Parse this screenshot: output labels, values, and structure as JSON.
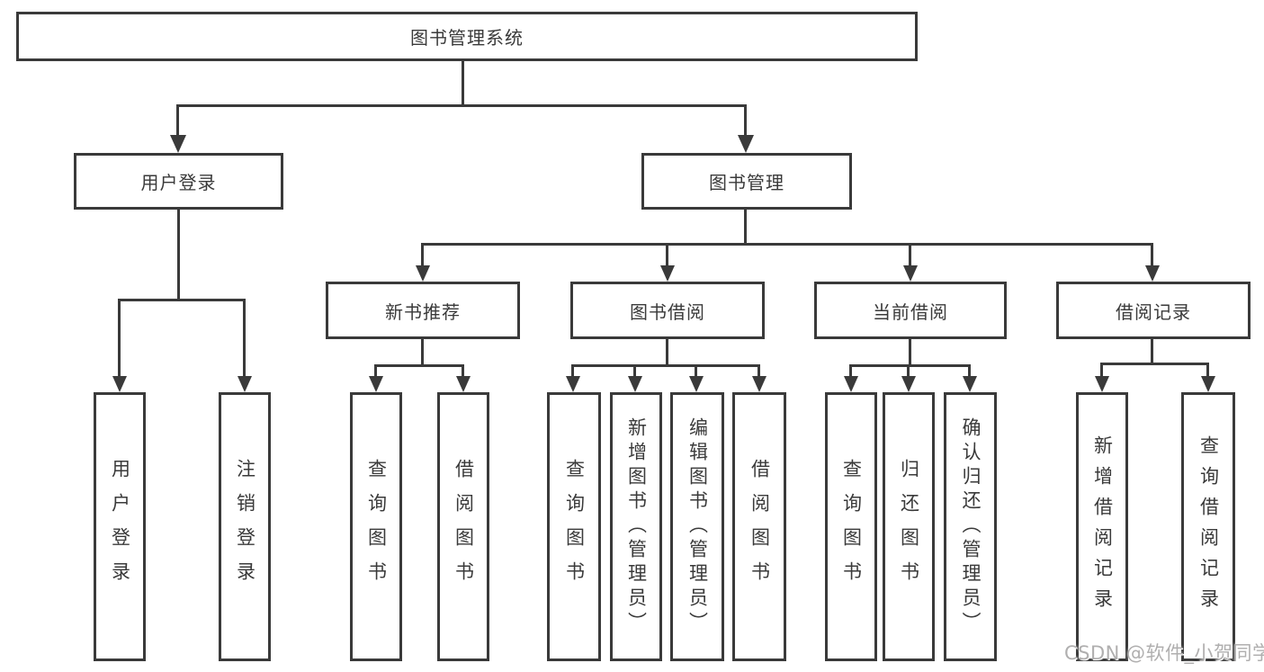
{
  "diagram": {
    "root": {
      "label": "图书管理系统"
    },
    "level2": [
      {
        "label": "用户登录"
      },
      {
        "label": "图书管理"
      }
    ],
    "level3": [
      {
        "label": "新书推荐"
      },
      {
        "label": "图书借阅"
      },
      {
        "label": "当前借阅"
      },
      {
        "label": "借阅记录"
      }
    ],
    "leaves": [
      {
        "label": "用户登录"
      },
      {
        "label": "注销登录"
      },
      {
        "label": "查询图书"
      },
      {
        "label": "借阅图书"
      },
      {
        "label": "查询图书"
      },
      {
        "label": "新增图书（管理员）"
      },
      {
        "label": "编辑图书（管理员）"
      },
      {
        "label": "借阅图书"
      },
      {
        "label": "查询图书"
      },
      {
        "label": "归还图书"
      },
      {
        "label": "确认归还（管理员）"
      },
      {
        "label": "新增借阅记录"
      },
      {
        "label": "查询借阅记录"
      }
    ]
  },
  "watermark": {
    "text": "CSDN @软件_小贺同学",
    "color": "#b0afaf"
  },
  "colors": {
    "line": "#3a3a3a",
    "text": "#3a3a3a",
    "background": "#ffffff"
  }
}
